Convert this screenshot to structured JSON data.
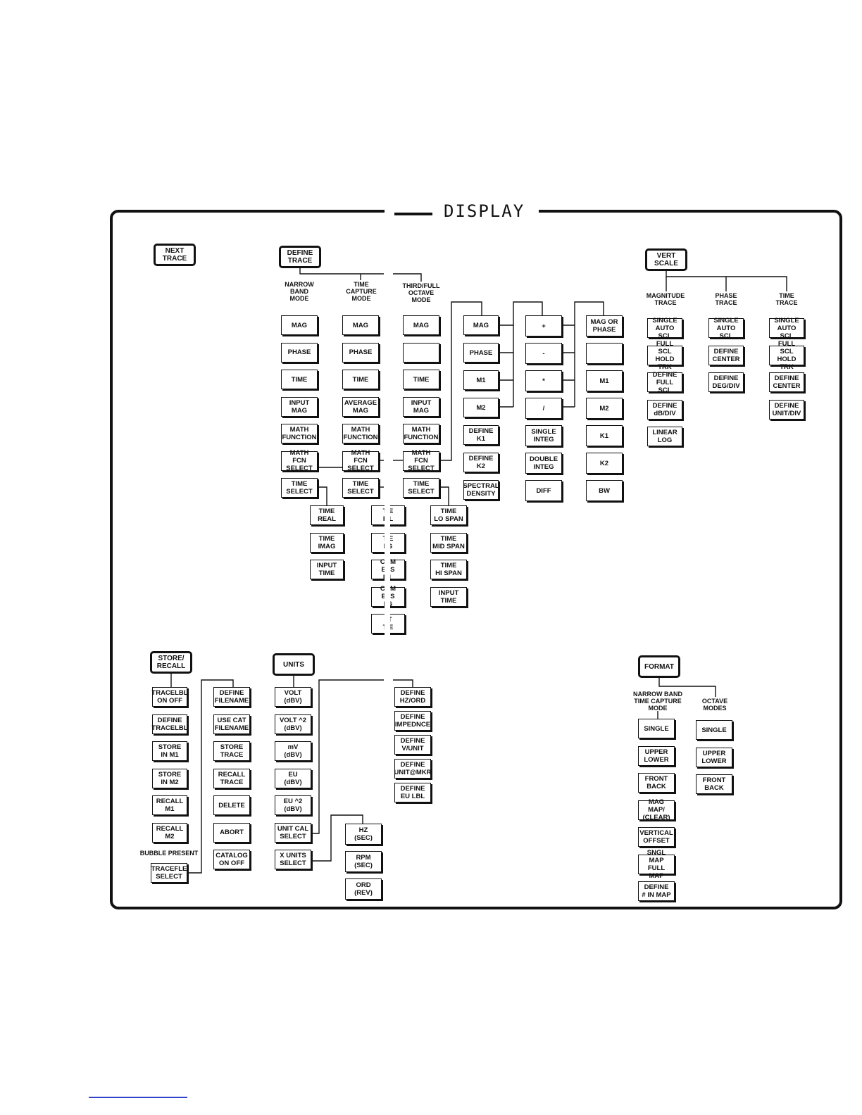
{
  "title": "DISPLAY",
  "groups": {
    "next_trace": {
      "key": "NEXT\nTRACE"
    },
    "define_trace": {
      "key": "DEFINE\nTRACE",
      "narrow_band": {
        "label": "NARROW\nBAND\nMODE",
        "softkeys": [
          "MAG",
          "PHASE",
          "TIME",
          "INPUT\nMAG",
          "MATH\nFUNCTION",
          "MATH FCN\nSELECT",
          "TIME\nSELECT"
        ],
        "time_select": [
          "TIME\nREAL",
          "TIME\nIMAG",
          "INPUT\nTIME"
        ]
      },
      "time_capture": {
        "label": "TIME\nCAPTURE\nMODE",
        "softkeys": [
          "MAG",
          "PHASE",
          "TIME",
          "AVERAGE\nMAG",
          "MATH\nFUNCTION",
          "MATH FCN\nSELECT",
          "TIME\nSELECT"
        ],
        "time_select": [
          "T E\nF L",
          "T E\nI G",
          "COM ESS\nF L",
          "COM ESS\nI G",
          "I T\nT E"
        ]
      },
      "third_full": {
        "label": "THIRD/FULL\nOCTAVE\nMODE",
        "softkeys": [
          "MAG",
          "",
          "TIME",
          "INPUT\nMAG",
          "MATH\nFUNCTION",
          "MATH FCN\nSELECT",
          "TIME\nSELECT"
        ],
        "time_select": [
          "TIME\nLO SPAN",
          "TIME\nMID SPAN",
          "TIME\nHI SPAN",
          "INPUT\nTIME"
        ]
      },
      "math_fcn_select": [
        "MAG",
        "PHASE",
        "M1",
        "M2",
        "DEFINE\nK1",
        "DEFINE\nK2",
        "SPECTRAL\nDENSITY"
      ],
      "operators": [
        "+",
        "-",
        "*",
        "/",
        "SINGLE\nINTEG",
        "DOUBLE\nINTEG",
        "DIFF"
      ],
      "operands": [
        "MAG OR\nPHASE",
        "",
        "M1",
        "M2",
        "K1",
        "K2",
        "BW"
      ]
    },
    "vert_scale": {
      "key": "VERT\nSCALE",
      "magnitude": {
        "label": "MAGNITUDE\nTRACE",
        "softkeys": [
          "SINGLE\nAUTO SCL",
          "FULL SCL\nHOLD TRK",
          "DEFINE\nFULL SCL",
          "DEFINE\ndB/DIV",
          "LINEAR\nLOG"
        ]
      },
      "phase": {
        "label": "PHASE\nTRACE",
        "softkeys": [
          "SINGLE\nAUTO SCL",
          "DEFINE\nCENTER",
          "DEFINE\nDEG/DIV"
        ]
      },
      "time": {
        "label": "TIME\nTRACE",
        "softkeys": [
          "SINGLE\nAUTO SCL",
          "FULL SCL\nHOLD TRK",
          "DEFINE\nCENTER",
          "DEFINE\nUNIT/DIV"
        ]
      }
    },
    "store_recall": {
      "key": "STORE/\nRECALL",
      "softkeys": [
        "TRACELBL\nON  OFF",
        "DEFINE\nTRACELBL",
        "STORE\nIN M1",
        "STORE\nIN M2",
        "RECALL\nM1",
        "RECALL\nM2"
      ],
      "bubble_label": "BUBBLE PRESENT",
      "tracefile_key": "TRACEFLE\nSELECT",
      "tracefile_select": [
        "DEFINE\nFILENAME",
        "USE CAT\nFILENAME",
        "STORE\nTRACE",
        "RECALL\nTRACE",
        "DELETE",
        "ABORT",
        "CATALOG\nON  OFF"
      ]
    },
    "units": {
      "key": "UNITS",
      "softkeys": [
        "VOLT\n(dBV)",
        "VOLT ^2\n(dBV)",
        "mV\n(dBV)",
        "EU\n(dBV)",
        "EU ^2\n(dBV)",
        "UNIT CAL\nSELECT",
        "X UNITS\nSELECT"
      ],
      "unit_cal_select": [
        "DEFINE\nHZ/ORD",
        "DEFINE\nIMPEDNCE",
        "DEFINE\nV/UNIT",
        "DEFINE\nUNIT@MKR",
        "DEFINE\nEU LBL"
      ],
      "x_units_select": [
        "HZ\n(SEC)",
        "RPM\n(SEC)",
        "ORD\n(REV)"
      ]
    },
    "format": {
      "key": "FORMAT",
      "nb_tc": {
        "label": "NARROW BAND\nTIME CAPTURE\nMODE",
        "softkeys": [
          "SINGLE",
          "UPPER\nLOWER",
          "FRONT\nBACK",
          "MAG MAP/\n(CLEAR)",
          "VERTICAL\nOFFSET",
          "SNGL MAP\nFULL MAP",
          "DEFINE\n# IN MAP"
        ]
      },
      "octave": {
        "label": "OCTAVE\nMODES",
        "softkeys": [
          "SINGLE",
          "UPPER\nLOWER",
          "FRONT\nBACK"
        ]
      }
    }
  }
}
